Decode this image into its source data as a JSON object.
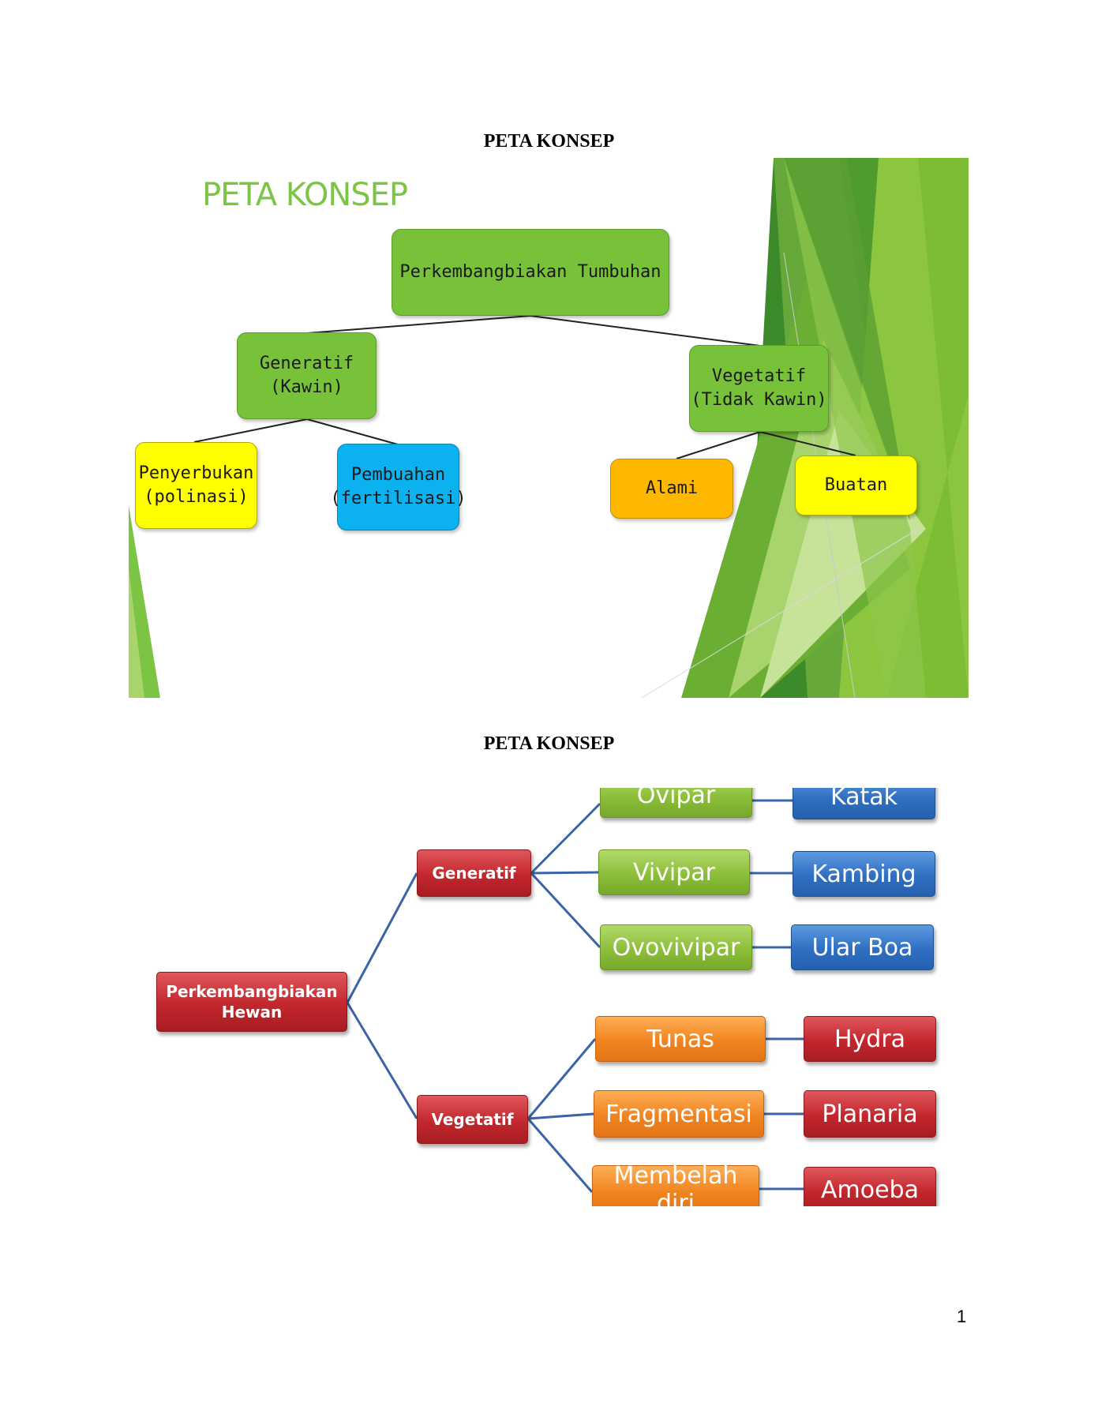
{
  "heading_1": "PETA KONSEP",
  "heading_2": "PETA KONSEP",
  "slide": {
    "title": "PETA KONSEP",
    "root": "Perkembangbiakan Tumbuhan",
    "generatif": "Generatif\n(Kawin)",
    "vegetatif": "Vegetatif\n(Tidak Kawin)",
    "penyerbukan": "Penyerbukan\n(polinasi)",
    "pembuahan": "Pembuahan\n(fertilisasi)",
    "alami": "Alami",
    "buatan": "Buatan"
  },
  "animal_map": {
    "root": "Perkembangbiakan\nHewan",
    "generatif": "Generatif",
    "vegetatif": "Vegetatif",
    "generatif_types": [
      "Ovipar",
      "Vivipar",
      "Ovovivipar"
    ],
    "generatif_examples": [
      "Katak",
      "Kambing",
      "Ular Boa"
    ],
    "vegetatif_types": [
      "Tunas",
      "Fragmentasi",
      "Membelah diri"
    ],
    "vegetatif_examples": [
      "Hydra",
      "Planaria",
      "Amoeba"
    ]
  },
  "colors": {
    "green_node": "#78c239",
    "yellow_node": "#ffff00",
    "cyan_node": "#0bb2ef",
    "orange_node": "#ffb800",
    "title_green": "#7cc544",
    "red_box": "#c2272d",
    "blue_box": "#2f6fc2",
    "connector_blue": "#3a64a6"
  },
  "page_number": "1"
}
